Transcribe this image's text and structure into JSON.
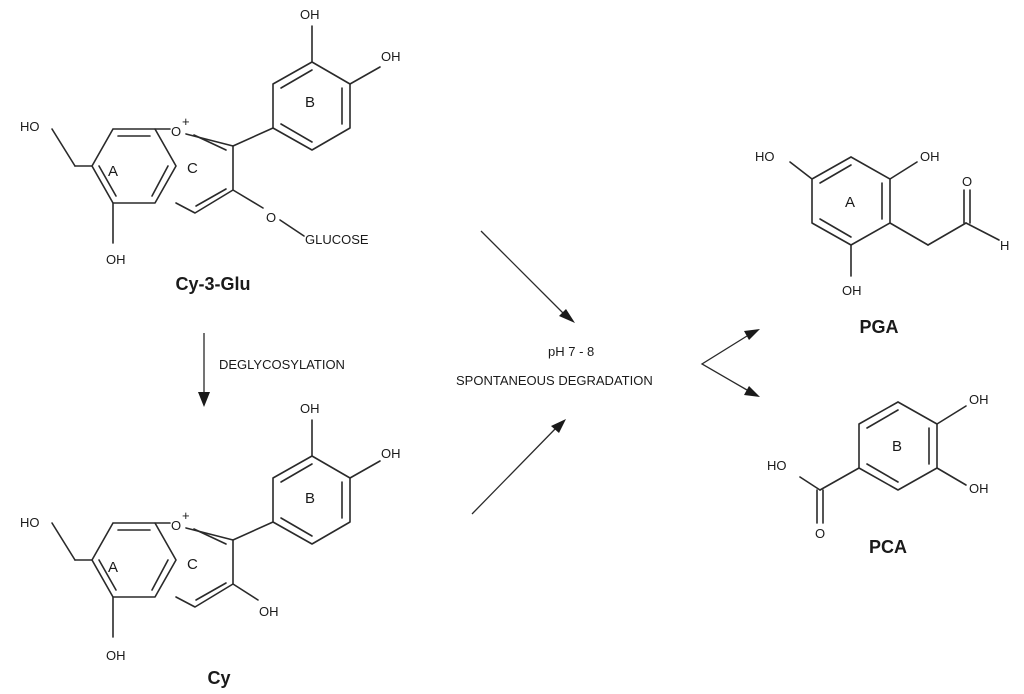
{
  "cy3glu": {
    "name": "Cy-3-Glu",
    "ring_a": "A",
    "ring_b": "B",
    "ring_c": "C",
    "oh_b_top": "OH",
    "oh_b_right": "OH",
    "oh_a_left": "HO",
    "oh_a_bottom": "OH",
    "oxonium_o": "O",
    "charge": "+",
    "ether_o": "O",
    "glucose": "GLUCOSE"
  },
  "cy": {
    "name": "Cy",
    "ring_a": "A",
    "ring_b": "B",
    "ring_c": "C",
    "oh_b_top": "OH",
    "oh_b_right": "OH",
    "oh_a_left": "HO",
    "oh_a_bottom": "OH",
    "oxonium_o": "O",
    "charge": "+",
    "oh_c3": "OH"
  },
  "pga": {
    "name": "PGA",
    "ring": "A",
    "ho_left": "HO",
    "oh_right": "OH",
    "oh_bottom": "OH",
    "carbonyl_o": "O",
    "aldehyde_h": "H"
  },
  "pca": {
    "name": "PCA",
    "ring": "B",
    "oh_top": "OH",
    "oh_bottom": "OH",
    "acid_ho": "HO",
    "acid_o": "O"
  },
  "conditions": {
    "deglycosylation": "DEGLYCOSYLATION",
    "ph": "pH 7 - 8",
    "degradation": "SPONTANEOUS DEGRADATION"
  }
}
